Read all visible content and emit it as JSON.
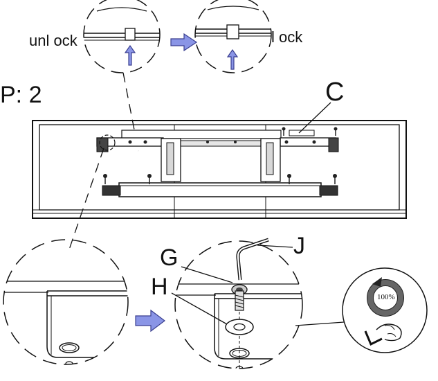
{
  "labels": {
    "step": "P: 2",
    "unlock": "unl ock",
    "lock": "l ock",
    "part_c": "C",
    "part_g": "G",
    "part_h": "H",
    "part_j": "J",
    "torque": "100%"
  },
  "colors": {
    "line": "#111111",
    "arrow_fill": "#8a95e6",
    "arrow_stroke": "#3a3f8f",
    "gray": "#9a9a9a",
    "dark": "#444444"
  },
  "icons": [
    "rotation-arrow-icon",
    "hand-wrench-icon"
  ]
}
